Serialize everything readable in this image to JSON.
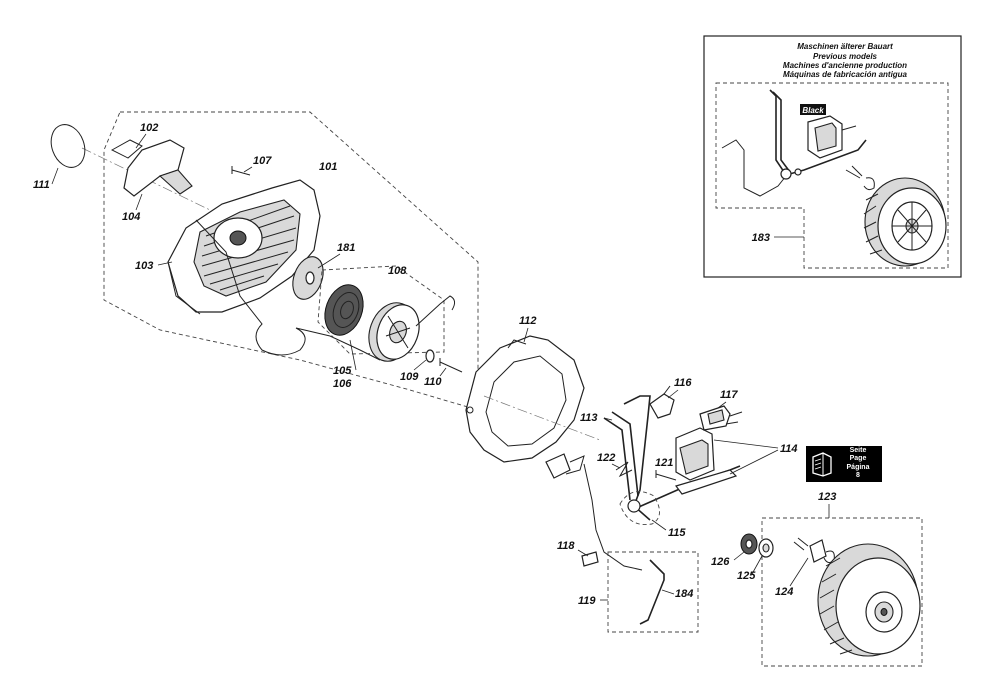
{
  "inset": {
    "title_lines": [
      "Maschinen älterer Bauart",
      "Previous models",
      "Machines d'ancienne production",
      "Máquinas de fabricación antigua"
    ],
    "tag": "Black"
  },
  "page_ref": {
    "lines": [
      "Seite",
      "Page",
      "Página",
      "8"
    ]
  },
  "callouts": {
    "c101": "101",
    "c102": "102",
    "c103": "103",
    "c104": "104",
    "c105": "105",
    "c106": "106",
    "c107": "107",
    "c108": "108",
    "c109": "109",
    "c110": "110",
    "c111": "111",
    "c112": "112",
    "c113": "113",
    "c114": "114",
    "c115": "115",
    "c116": "116",
    "c117": "117",
    "c118": "118",
    "c119": "119",
    "c121": "121",
    "c122": "122",
    "c123": "123",
    "c124": "124",
    "c125": "125",
    "c126": "126",
    "c181": "181",
    "c183": "183",
    "c184": "184"
  }
}
